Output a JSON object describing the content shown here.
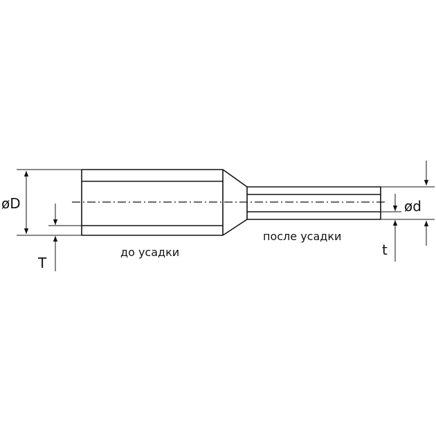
{
  "labels": {
    "diameter_before": "øD",
    "thickness_before": "T",
    "before_caption": "до усадки",
    "after_caption": "после усадки",
    "diameter_after": "ød",
    "thickness_after": "t"
  }
}
